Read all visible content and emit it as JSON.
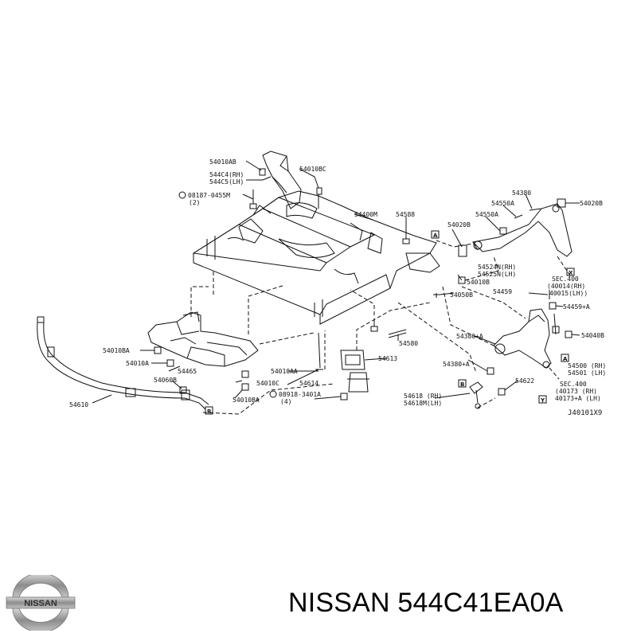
{
  "labels": {
    "l1": "54010AB",
    "l2": "544C4(RH)",
    "l3": "544C5(LH)",
    "l4": "08187-0455M",
    "l5": "(2)",
    "l6": "54010BC",
    "l7": "54400M",
    "l8": "54588",
    "l9": "54020B",
    "l10": "54550A",
    "l11": "54550A",
    "l12": "54380",
    "l13": "54020B",
    "l14": "54524N(RH)",
    "l15": "54525N(LH)",
    "l16": "54010B",
    "l17": "SEC.400",
    "l18": "(40014(RH)",
    "l19": "40015(LH))",
    "l20": "54459",
    "l21": "54050B",
    "l22": "54459+A",
    "l23": "54010BA",
    "l24": "54010A",
    "l25": "54465",
    "l26": "54060B",
    "l27": "54610",
    "l28": "54010BA",
    "l29": "54010C",
    "l30": "08918-3401A",
    "l31": "(4)",
    "l32": "54614",
    "l33": "54010AA",
    "l34": "54613",
    "l35": "54580",
    "l36": "54380+A",
    "l37": "54380+A",
    "l38": "54040B",
    "l39": "54500 (RH)",
    "l40": "54501 (LH)",
    "l41": "54622",
    "l42": "SEC.400",
    "l43": "(40173 (RH)",
    "l44": "40173+A (LH)",
    "l45": "54618 (RH)",
    "l46": "54618M(LH)",
    "l47": "J40101X9"
  },
  "boxes": {
    "b1": "A",
    "b2": "X",
    "b3": "A",
    "b4": "B",
    "b5": "B",
    "b6": "Y"
  },
  "logo_text": "NISSAN",
  "part_title": "NISSAN 544C41EA0A",
  "colors": {
    "ink": "#111111",
    "background": "#ffffff",
    "logo_silver": "#9a9a9a"
  }
}
